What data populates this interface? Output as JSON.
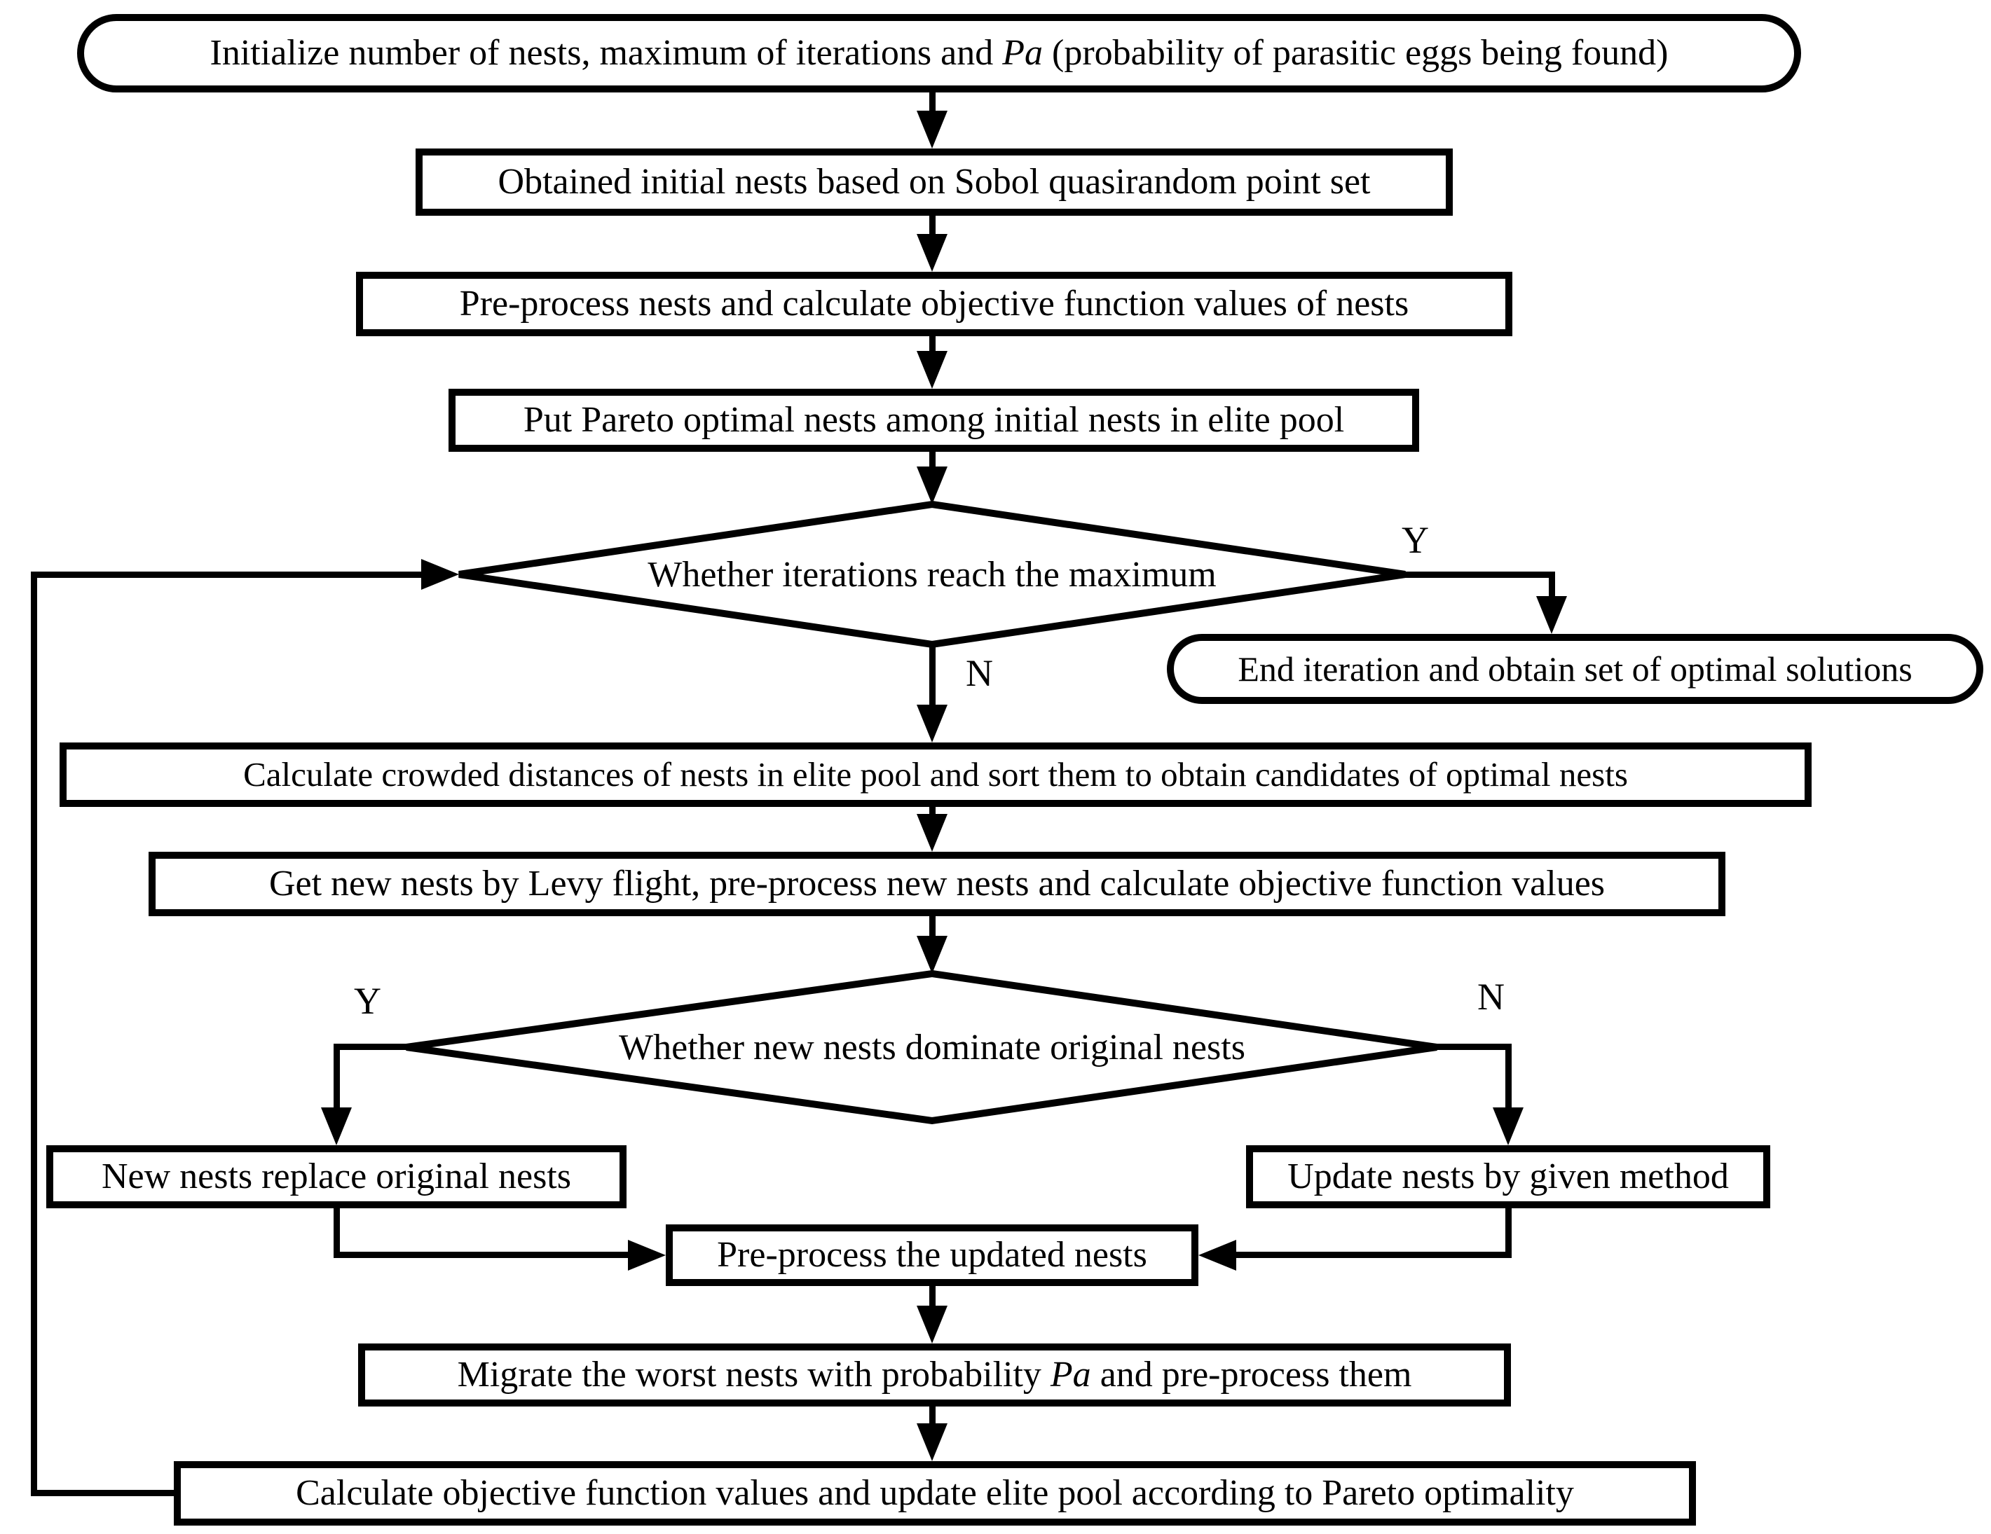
{
  "diagram": {
    "type": "flowchart",
    "colors": {
      "background": "#ffffff",
      "line": "#000000",
      "text": "#000000",
      "node_fill": "#ffffff"
    },
    "nodes": {
      "init": {
        "shape": "terminal",
        "text_pre": "Initialize number of nests, maximum of iterations and ",
        "text_var": "Pa",
        "text_post": " (probability of parasitic eggs being found)"
      },
      "sobol": {
        "shape": "process",
        "label": "Obtained initial nests based on Sobol quasirandom point set"
      },
      "preprocess_initial": {
        "shape": "process",
        "label": "Pre-process nests and calculate objective function values of nests"
      },
      "elite_pool": {
        "shape": "process",
        "label": "Put Pareto optimal nests among initial nests in elite pool"
      },
      "iteration_check": {
        "shape": "decision",
        "label": "Whether iterations reach the maximum"
      },
      "end": {
        "shape": "terminal",
        "label": "End iteration and obtain set of optimal solutions"
      },
      "crowded_distance": {
        "shape": "process",
        "label": "Calculate crowded distances of nests in elite pool and sort them to obtain candidates of optimal nests"
      },
      "levy_flight": {
        "shape": "process",
        "label": "Get new nests by Levy flight, pre-process new nests and calculate objective function values"
      },
      "dominate_check": {
        "shape": "decision",
        "label": "Whether new nests dominate original nests"
      },
      "replace_nests": {
        "shape": "process",
        "label": "New nests replace original nests"
      },
      "update_method": {
        "shape": "process",
        "label": "Update nests by given method"
      },
      "preprocess_updated": {
        "shape": "process",
        "label": "Pre-process the updated nests"
      },
      "migrate": {
        "shape": "process",
        "text_pre": "Migrate the worst nests with probability ",
        "text_var": "Pa",
        "text_post": " and pre-process them"
      },
      "update_elite": {
        "shape": "process",
        "label": "Calculate objective function values and update elite pool according to Pareto optimality"
      }
    },
    "edge_labels": {
      "iteration_yes": "Y",
      "iteration_no": "N",
      "dominate_yes": "Y",
      "dominate_no": "N"
    }
  }
}
